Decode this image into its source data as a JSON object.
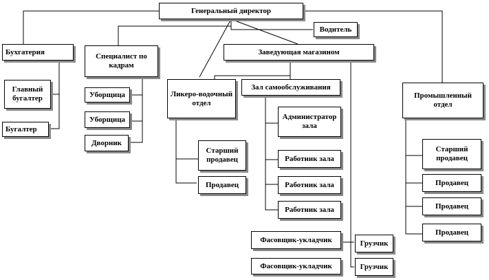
{
  "diagram": {
    "title": "Генеральный директор",
    "nodes": {
      "director": "Генеральный директор",
      "driver": "Водитель",
      "accounting": "Бухгатерия",
      "chief_accountant": "Главный бугалтер",
      "accountant": "Бугалтер",
      "hr_specialist": "Специалист по кадрам",
      "cleaner": "Уборщица",
      "cleaner_2": "Уборщица",
      "janitor": "Дворник",
      "store_manager": "Заведующая магазином",
      "liquor_dept": "Ликеро-водочный отдел",
      "senior_seller_liquor": "Старший продавец",
      "seller_liquor": "Продавец",
      "self_service_hall": "Зал самообслуживания",
      "hall_admin": "Администратор зала",
      "hall_worker_1": "Работник зала",
      "hall_worker_2": "Работник зала",
      "hall_worker_3": "Работник зала",
      "packer_1": "Фасовщик-укладчик",
      "packer_2": "Фасовщик-укладчик",
      "loader_1": "Грузчик",
      "loader_2": "Грузчик",
      "industrial_dept": "Промышленный отдел",
      "senior_seller_ind": "Старший продавец",
      "seller_ind_1": "Продавец",
      "seller_ind_2": "Продавец",
      "seller_ind_3": "Продавец"
    }
  }
}
